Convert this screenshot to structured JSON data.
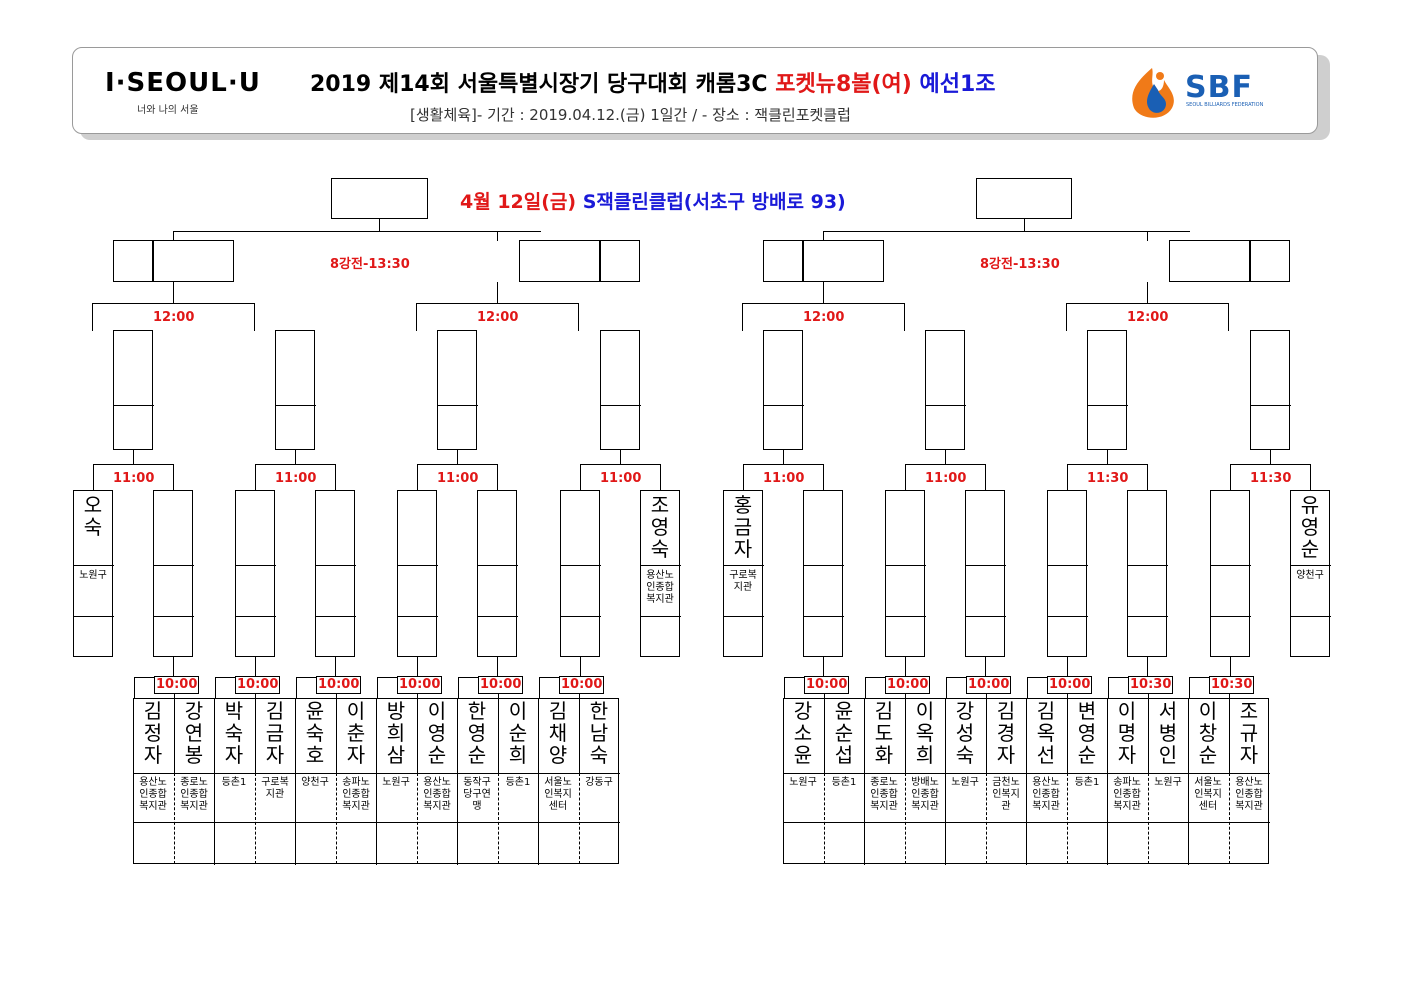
{
  "header": {
    "logo_left": "I·SEOUL·U",
    "logo_left_sub": "너와 나의 서울",
    "title_part1": "2019  제14회  서울특별시장기  당구대회  캐롬3C",
    "title_part2": "포켓뉴8볼(여)",
    "title_part3": "예선1조",
    "subtitle": "[생활체육]-  기간  :  2019.04.12.(금)  1일간  /  -  장소  :  잭클린포켓클럽",
    "logo_right": "SBF",
    "logo_right_sub": "SEOUL BILLIARDS FEDERATION",
    "accent_red": "#e01818",
    "accent_blue": "#1a1ad8"
  },
  "event": {
    "date": "4월  12일(금)",
    "venue": "S잭클린클럽(서초구  방배로  93)"
  },
  "times": {
    "quarter_left": "8강전-13:30",
    "quarter_right": "8강전-13:30",
    "t1200": "12:00",
    "t1100": "11:00",
    "t1130": "11:30",
    "t1000": "10:00",
    "t1030": "10:30"
  },
  "seeded": [
    {
      "name": "오숙",
      "club": "노원구"
    },
    {
      "name": "조영숙",
      "club": "용산노인종합복지관"
    },
    {
      "name": "홍금자",
      "club": "구로복지관"
    },
    {
      "name": "유영순",
      "club": "양천구"
    }
  ],
  "players_left": [
    {
      "name": "김정자",
      "club": "용산노인종합복지관"
    },
    {
      "name": "강연봉",
      "club": "종로노인종합복지관"
    },
    {
      "name": "박숙자",
      "club": "등촌1"
    },
    {
      "name": "김금자",
      "club": "구로복지관"
    },
    {
      "name": "윤숙호",
      "club": "양천구"
    },
    {
      "name": "이춘자",
      "club": "송파노인종합복지관"
    },
    {
      "name": "방희삼",
      "club": "노원구"
    },
    {
      "name": "이영순",
      "club": "용산노인종합복지관"
    },
    {
      "name": "한영순",
      "club": "동작구당구연맹"
    },
    {
      "name": "이순희",
      "club": "등촌1"
    },
    {
      "name": "김채양",
      "club": "서울노인복지센터"
    },
    {
      "name": "한남숙",
      "club": "강동구"
    }
  ],
  "players_right": [
    {
      "name": "강소윤",
      "club": "노원구"
    },
    {
      "name": "윤순섭",
      "club": "등촌1"
    },
    {
      "name": "김도화",
      "club": "종로노인종합복지관"
    },
    {
      "name": "이옥희",
      "club": "방배노인종합복지관"
    },
    {
      "name": "강성숙",
      "club": "노원구"
    },
    {
      "name": "김경자",
      "club": "금천노인복지관"
    },
    {
      "name": "김옥선",
      "club": "용산노인종합복지관"
    },
    {
      "name": "변영순",
      "club": "등촌1"
    },
    {
      "name": "이명자",
      "club": "송파노인종합복지관"
    },
    {
      "name": "서병인",
      "club": "노원구"
    },
    {
      "name": "이창순",
      "club": "서울노인복지센터"
    },
    {
      "name": "조규자",
      "club": "용산노인종합복지관"
    }
  ]
}
